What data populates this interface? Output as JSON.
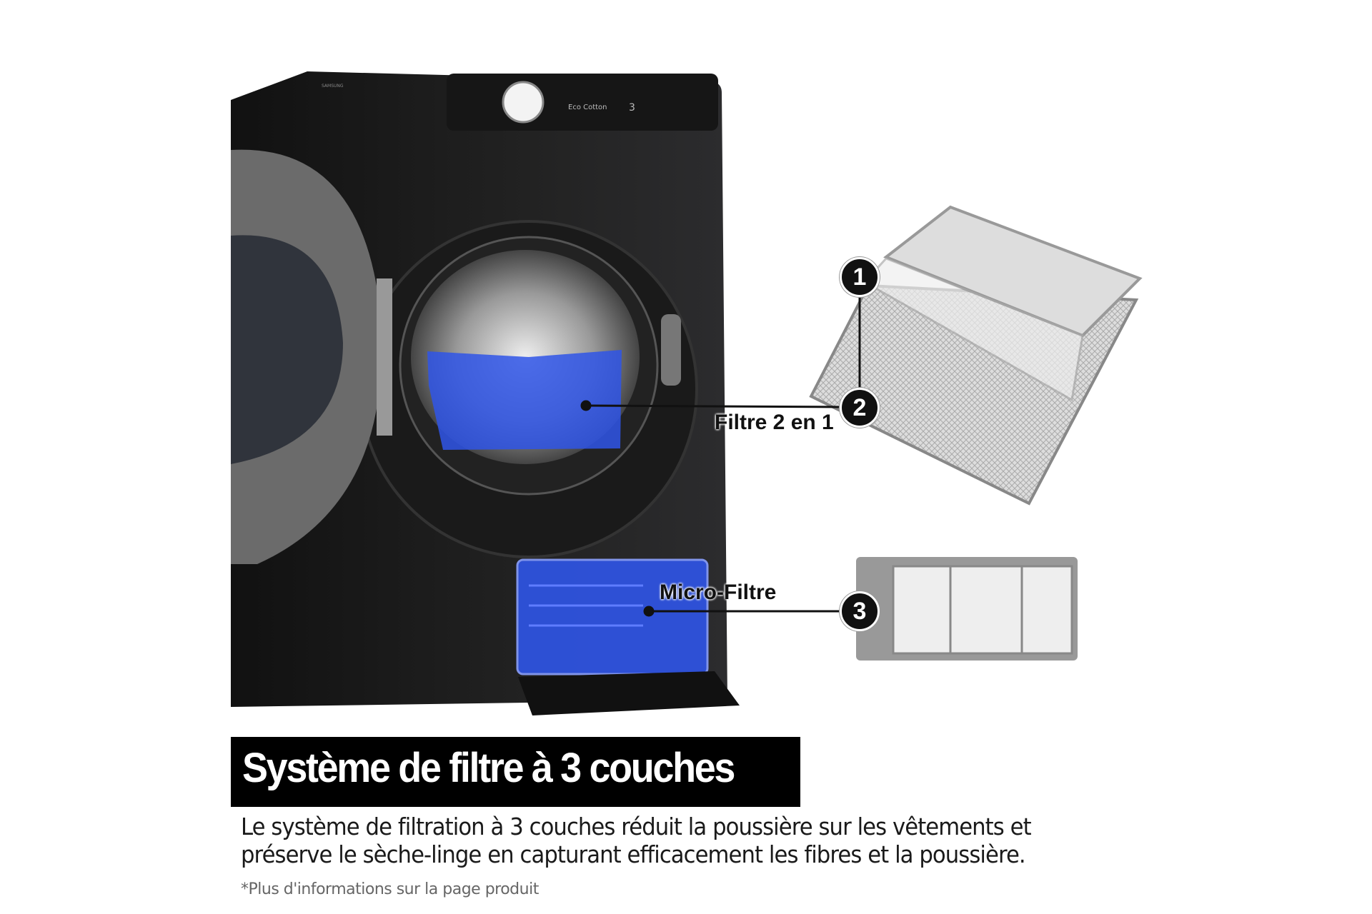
{
  "callouts": [
    {
      "number": "1"
    },
    {
      "number": "2",
      "label": "Filtre 2 en 1"
    },
    {
      "number": "3",
      "label": "Micro-Filtre"
    }
  ],
  "control_panel": {
    "brand": "SAMSUNG",
    "program": "Eco Cotton",
    "display": "3"
  },
  "heading": "Système de filtre à 3 couches",
  "description": "Le système de filtration à 3 couches réduit la poussière sur les vêtements et préserve le sèche-linge en capturant efficacement les fibres et la poussière.",
  "footnote": "*Plus d'informations sur la page produit",
  "colors": {
    "dryer": "#1c1c1e",
    "filter_highlight": "#2f55e8",
    "badge": "#111111",
    "title_bg": "#000000"
  }
}
